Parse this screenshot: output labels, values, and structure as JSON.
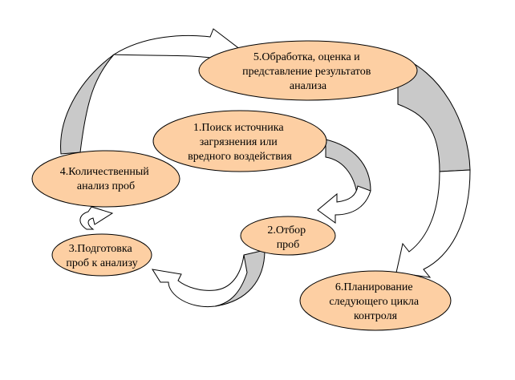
{
  "colors": {
    "node_fill": "#FDCFA3",
    "arrow_shade": "#C9C9C9",
    "arrow_fill": "#FFFFFF",
    "outline": "#000000"
  },
  "nodes": [
    {
      "id": "n1",
      "lines": [
        "1.Поиск источника",
        "загрязнения или",
        "вредного воздействия"
      ]
    },
    {
      "id": "n2",
      "lines": [
        "2.Отбор",
        "проб"
      ]
    },
    {
      "id": "n3",
      "lines": [
        "3.Подготовка",
        "проб к анализу"
      ]
    },
    {
      "id": "n4",
      "lines": [
        "4.Количественный",
        "анализ проб"
      ]
    },
    {
      "id": "n5",
      "lines": [
        "5.Обработка, оценка и",
        "представление результатов",
        "анализа"
      ]
    },
    {
      "id": "n6",
      "lines": [
        "6.Планирование",
        "следующего цикла",
        "контроля"
      ]
    }
  ]
}
